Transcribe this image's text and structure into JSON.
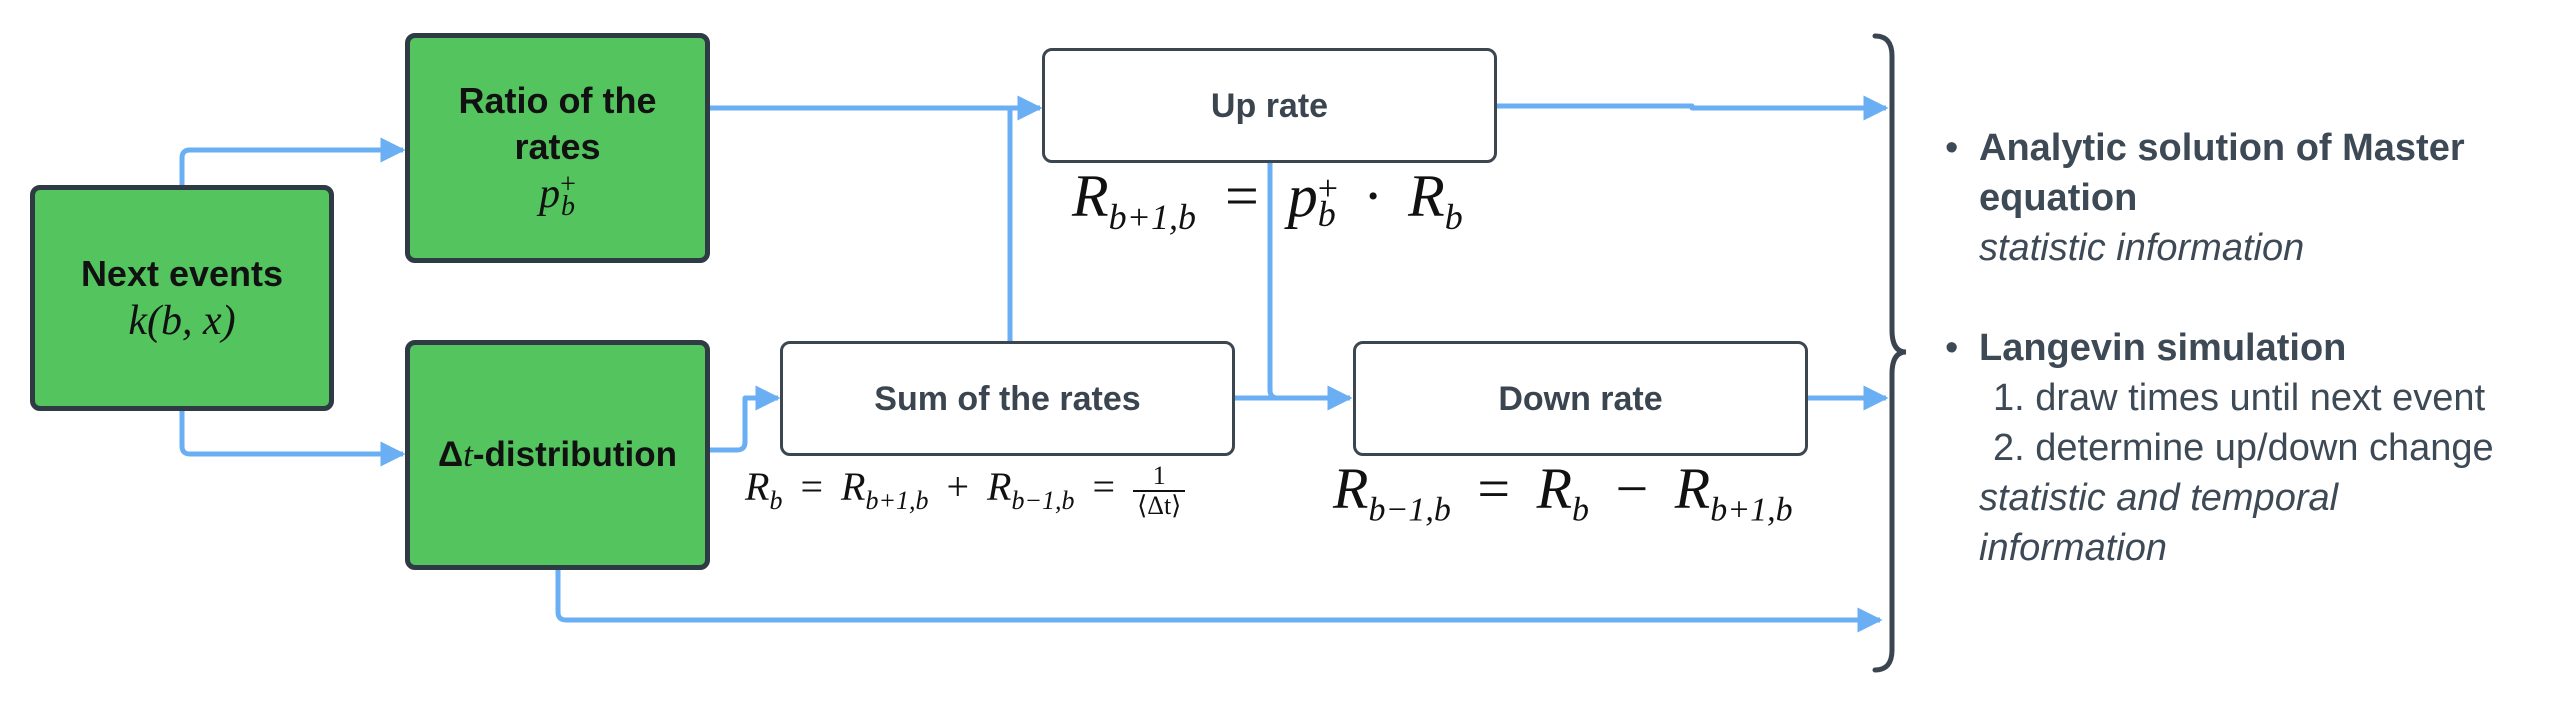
{
  "boxes": {
    "next_events": {
      "title": "Next events",
      "math": "k(b, x)"
    },
    "ratio": {
      "title": "Ratio of the rates",
      "math_base": "p",
      "math_sub": "b",
      "math_sup": "+"
    },
    "dt_dist": {
      "symbol": "Δ",
      "var": "t",
      "suffix": "-distribution"
    },
    "sum": {
      "title": "Sum of the rates"
    },
    "up": {
      "title": "Up rate"
    },
    "down": {
      "title": "Down rate"
    }
  },
  "equations": {
    "up": {
      "lhs_base": "R",
      "lhs_sub": "b+1,b",
      "eq": "=",
      "p_base": "p",
      "p_sub": "b",
      "p_sup": "+",
      "dot": "·",
      "r_base": "R",
      "r_sub": "b"
    },
    "sum": {
      "rb": "R",
      "rb_sub": "b",
      "eq": "=",
      "t1": "R",
      "t1_sub": "b+1,b",
      "plus": "+",
      "t2": "R",
      "t2_sub": "b−1,b",
      "eq2": "=",
      "num": "1",
      "den": "⟨Δt⟩"
    },
    "down": {
      "lhs_base": "R",
      "lhs_sub": "b−1,b",
      "eq": "=",
      "rb": "R",
      "rb_sub": "b",
      "minus": "−",
      "r2": "R",
      "r2_sub": "b+1,b"
    }
  },
  "results": [
    {
      "bullet": "•",
      "head_lines": [
        "Analytic solution of Master",
        "equation"
      ],
      "note_lines": [
        "statistic information"
      ]
    },
    {
      "bullet": "•",
      "head_lines": [
        "Langevin simulation"
      ],
      "steps": [
        "1. draw times until next event",
        "2. determine up/down change"
      ],
      "note_lines": [
        "statistic and temporal",
        "information"
      ]
    }
  ],
  "colors": {
    "box_fill": "#54c45e",
    "box_border": "#2e3a44",
    "arrow": "#6aaef3",
    "text": "#3d4a56"
  }
}
